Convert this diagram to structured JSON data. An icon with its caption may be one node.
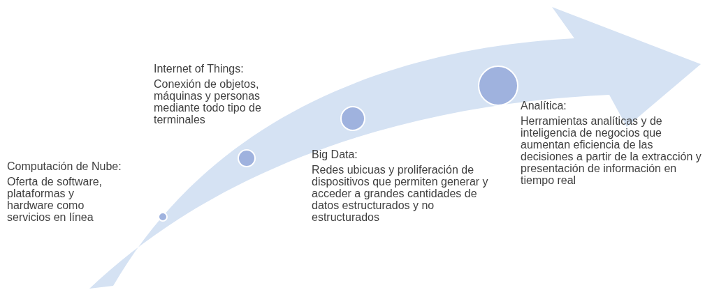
{
  "diagram": {
    "nodes": [
      {
        "text": [
          "Computación de Nube:",
          "Oferta de software, plataformas y hardware como servicios en línea"
        ]
      },
      {
        "text": [
          "Internet of Things:",
          "Conexión de objetos, máquinas y personas mediante todo tipo de terminales"
        ]
      },
      {
        "text": [
          "Big Data:",
          "Redes ubicuas y proliferación de dispositivos que permiten generar y acceder a grandes cantidades de datos estructurados y no estructurados"
        ]
      },
      {
        "text": [
          "Analítica:",
          "Herramientas analíticas y de inteligencia de negocios que aumentan eficiencia de las decisiones a partir de la extracción y presentación de información en tiempo real"
        ]
      }
    ],
    "edges": []
  }
}
